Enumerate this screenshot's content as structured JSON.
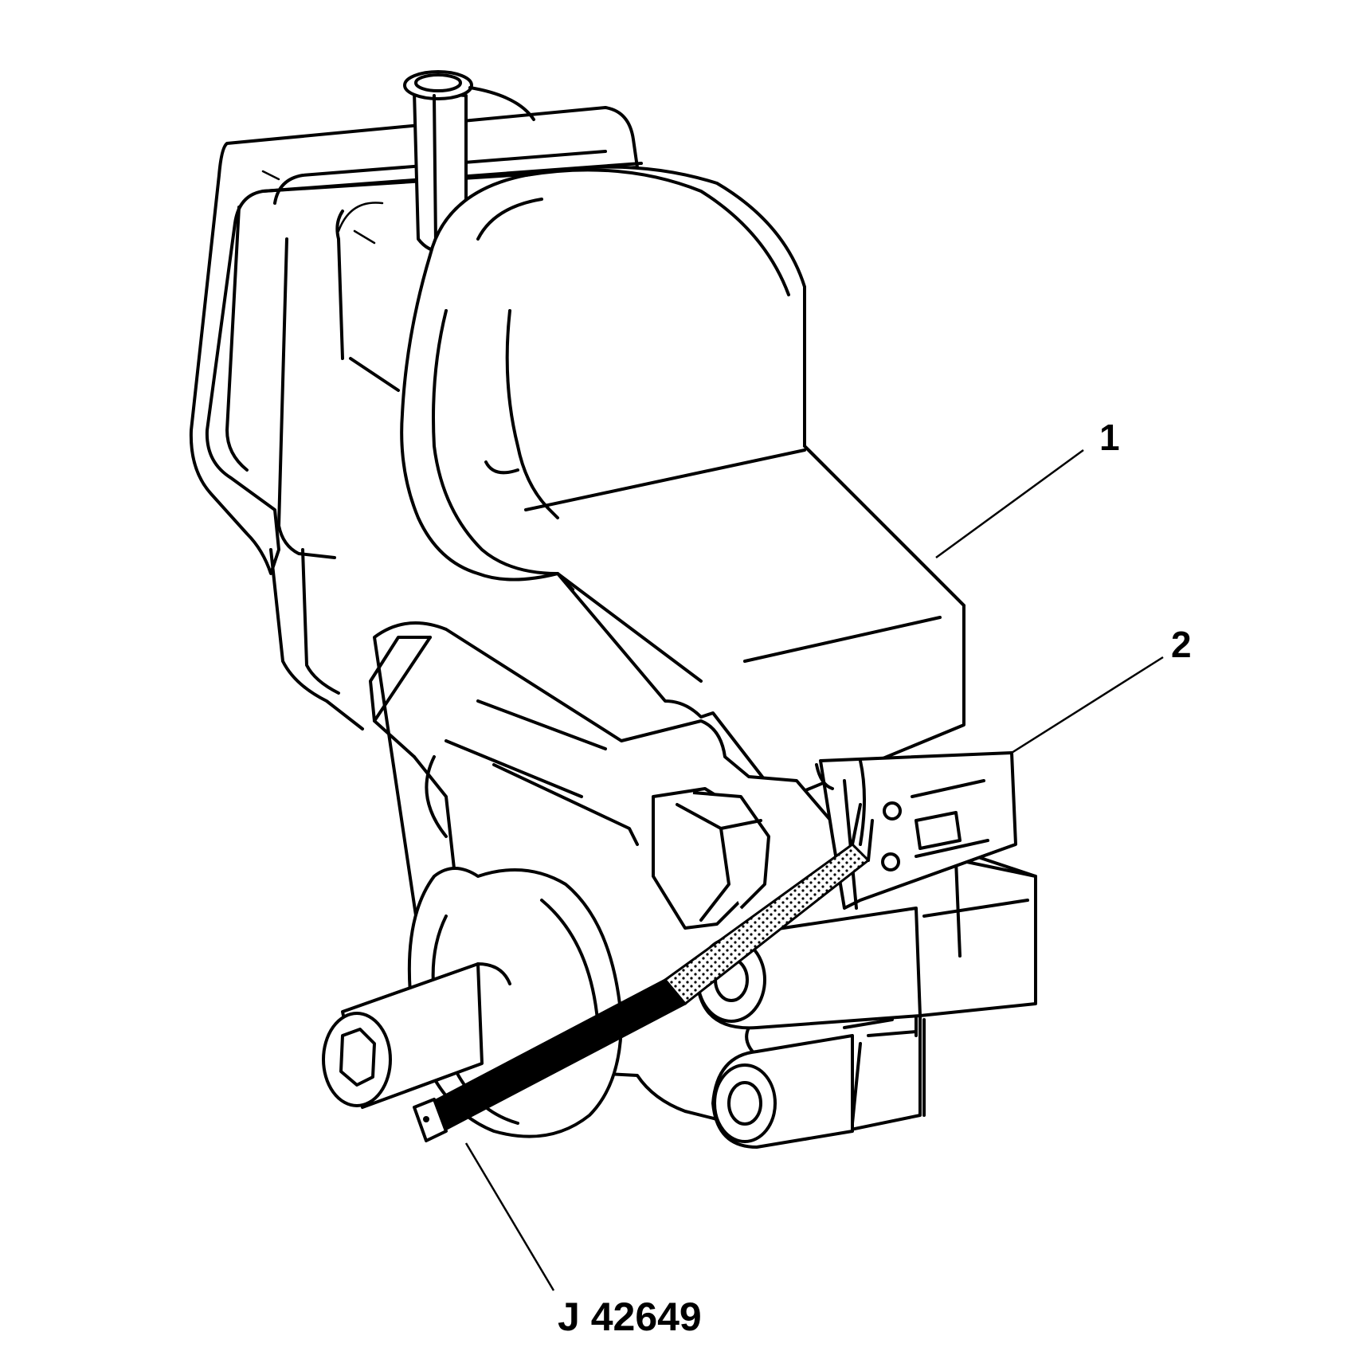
{
  "figure": {
    "callouts": [
      {
        "id": "1",
        "label": "1"
      },
      {
        "id": "2",
        "label": "2"
      }
    ],
    "tool_label": "J 42649"
  }
}
